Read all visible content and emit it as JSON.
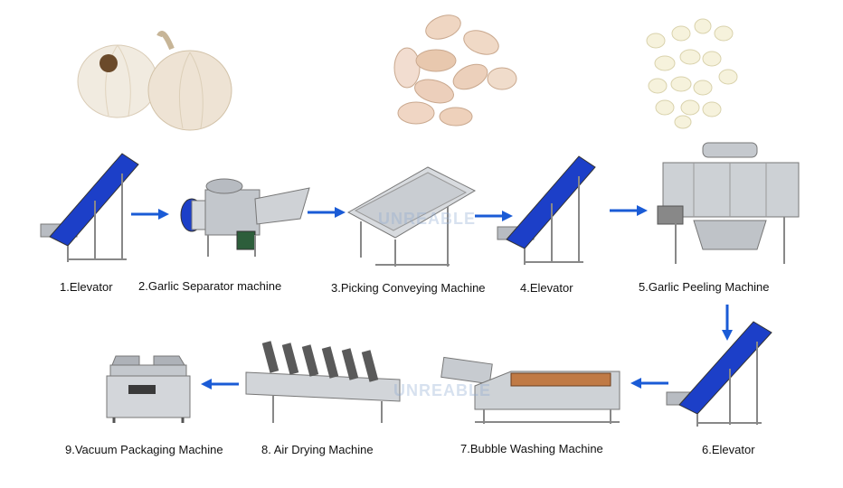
{
  "steps": [
    {
      "label": "1.Elevator"
    },
    {
      "label": "2.Garlic Separator machine"
    },
    {
      "label": "3.Picking Conveying Machine"
    },
    {
      "label": "4.Elevator"
    },
    {
      "label": "5.Garlic Peeling Machine"
    },
    {
      "label": "6.Elevator"
    },
    {
      "label": "7.Bubble Washing Machine"
    },
    {
      "label": "8. Air Drying Machine"
    },
    {
      "label": "9.Vacuum Packaging Machine"
    }
  ],
  "watermark": "UNREABLE",
  "colors": {
    "arrow": "#1a5bd6",
    "belt": "#1c3fc8",
    "steel": "#b8bcc2"
  }
}
